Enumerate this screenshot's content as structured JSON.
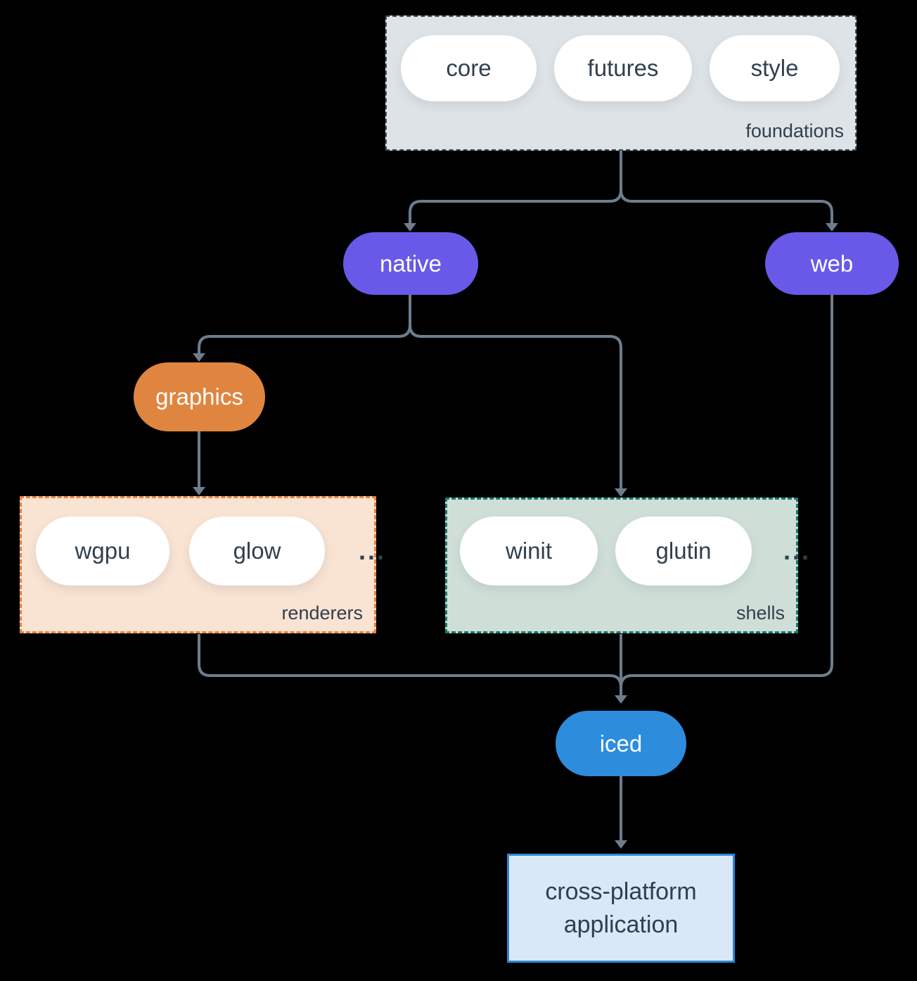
{
  "colors": {
    "background": "#000000",
    "connector": "#6e7d8c",
    "purple": "#6959e8",
    "orange": "#e08540",
    "blue": "#2e8cdc",
    "foundations_fill": "#dee3e7",
    "foundations_border": "#42505c",
    "renderers_fill": "#f9e3d3",
    "renderers_border": "#e8823c",
    "shells_fill": "#cfdfd8",
    "shells_border": "#177a6b",
    "application_fill": "#d9e8f7",
    "application_border": "#2e86d6",
    "pill_fill": "#ffffff",
    "text_dark": "#31404e",
    "text_light": "#ffffff"
  },
  "foundations": {
    "label": "foundations",
    "pills": [
      "core",
      "futures",
      "style"
    ]
  },
  "nodes": {
    "native": "native",
    "web": "web",
    "graphics": "graphics",
    "iced": "iced"
  },
  "renderers": {
    "label": "renderers",
    "pills": [
      "wgpu",
      "glow"
    ],
    "ellipsis": "..."
  },
  "shells": {
    "label": "shells",
    "pills": [
      "winit",
      "glutin"
    ],
    "ellipsis": "..."
  },
  "application": {
    "line1": "cross-platform",
    "line2": "application"
  }
}
